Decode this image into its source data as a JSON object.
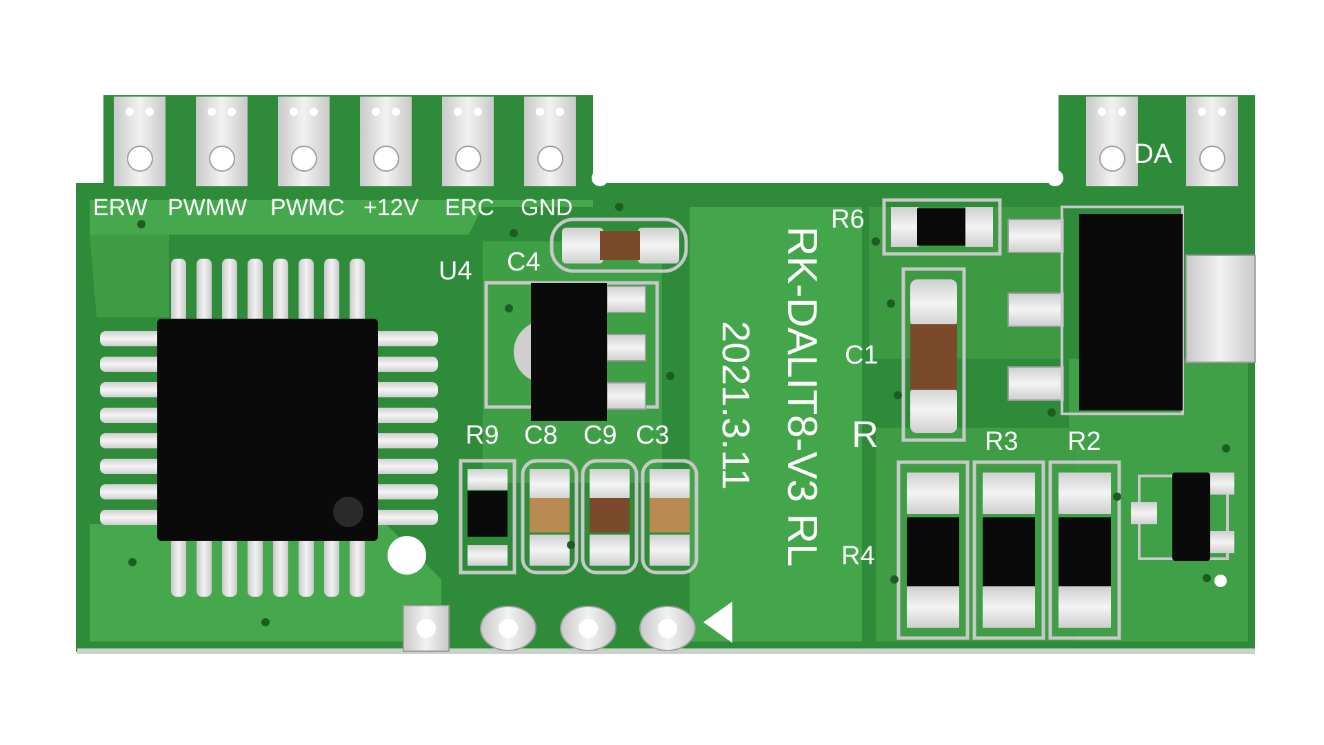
{
  "board": {
    "pin_labels": [
      "ERW",
      "PWMW",
      "PWMC",
      "+12V",
      "ERC",
      "GND"
    ],
    "da_label": "DA",
    "title": "RK-DALIT8-V3 RL",
    "date": "2021.3.11",
    "refs": {
      "u4": "U4",
      "c4": "C4",
      "c1": "C1",
      "r6": "R6",
      "r": "R",
      "r9": "R9",
      "c8": "C8",
      "c9": "C9",
      "c3": "C3",
      "r3": "R3",
      "r2": "R2",
      "r4": "R4"
    }
  },
  "colors": {
    "pcb_green": "#43a047",
    "trace_green": "#4caf50",
    "copper_pad": "#d8d8d8",
    "chip_black": "#0a0a0a",
    "capacitor_brown": "#7a4a2b",
    "capacitor_tan": "#b98a52"
  }
}
